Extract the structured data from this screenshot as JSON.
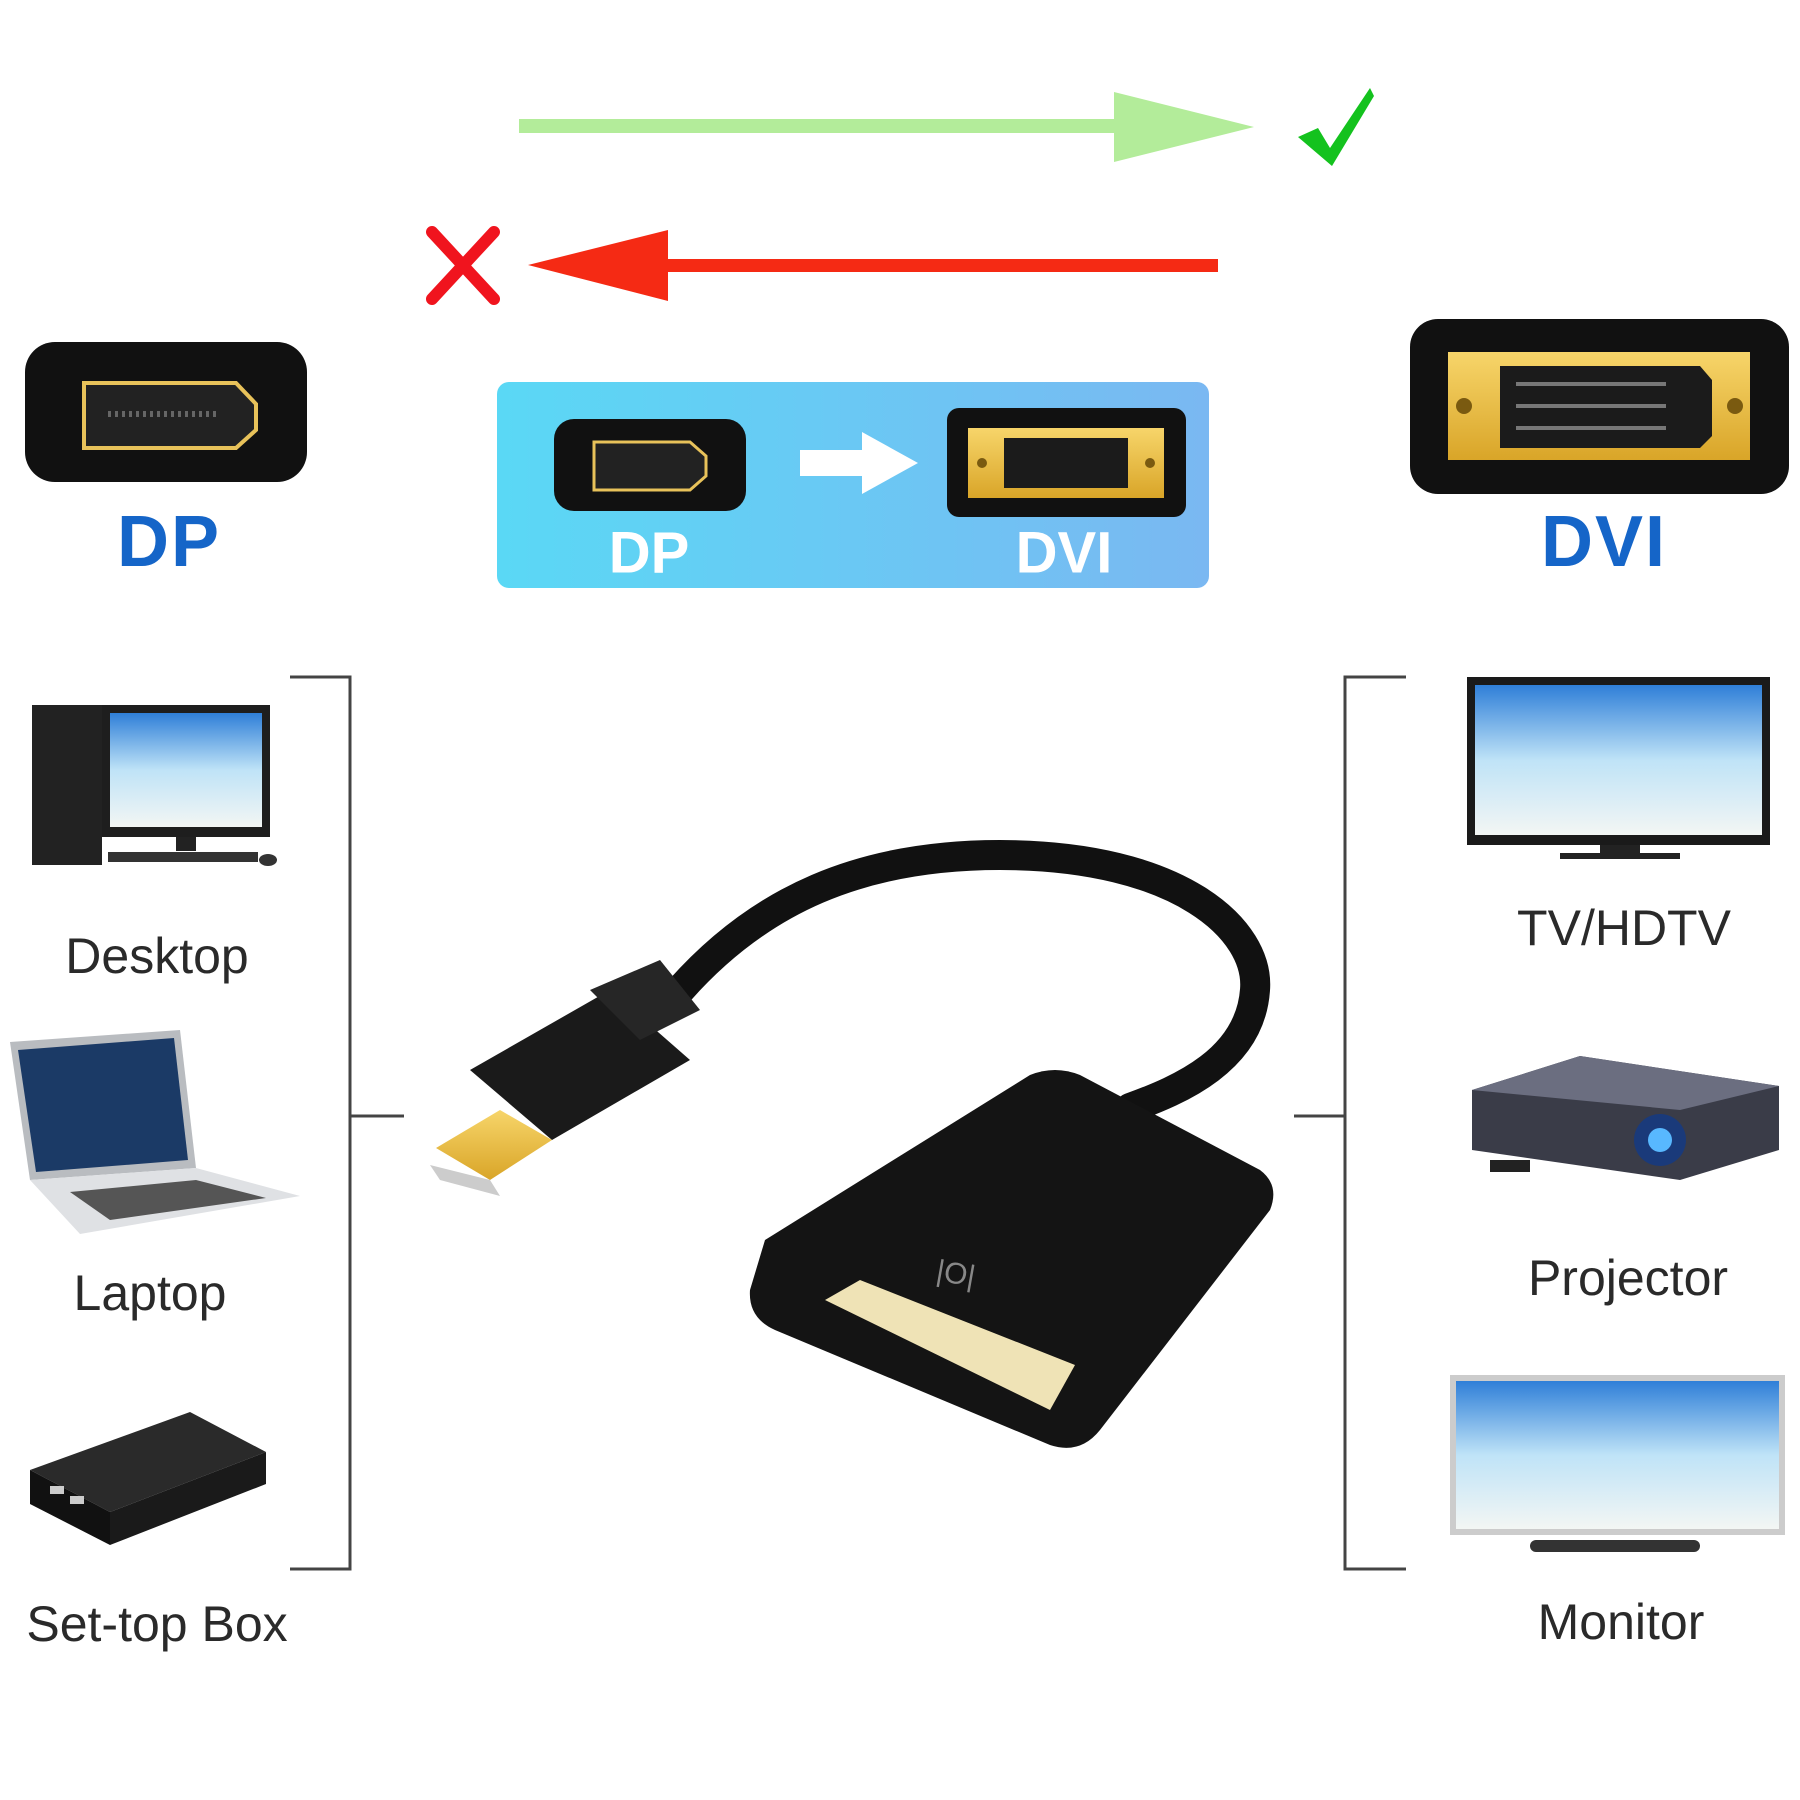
{
  "diagram": {
    "direction_ok": {
      "from": "DP",
      "to": "DVI",
      "icon": "check-icon",
      "color": "#b3ec9a"
    },
    "direction_not_supported": {
      "from": "DVI",
      "to": "DP",
      "icon": "cross-icon",
      "color": "#f52a14"
    },
    "left_connector_label": "DP",
    "right_connector_label": "DVI",
    "conversion_box": {
      "source_label": "DP",
      "target_label": "DVI",
      "color": "#5fd3f3"
    },
    "source_devices": [
      {
        "label": "Desktop",
        "icon": "desktop-computer-icon"
      },
      {
        "label": "Laptop",
        "icon": "laptop-icon"
      },
      {
        "label": "Set-top Box",
        "icon": "set-top-box-icon"
      }
    ],
    "display_devices": [
      {
        "label": "TV/HDTV",
        "icon": "tv-icon"
      },
      {
        "label": "Projector",
        "icon": "projector-icon"
      },
      {
        "label": "Monitor",
        "icon": "monitor-icon"
      }
    ],
    "product": "dp-to-dvi-adapter-cable"
  }
}
